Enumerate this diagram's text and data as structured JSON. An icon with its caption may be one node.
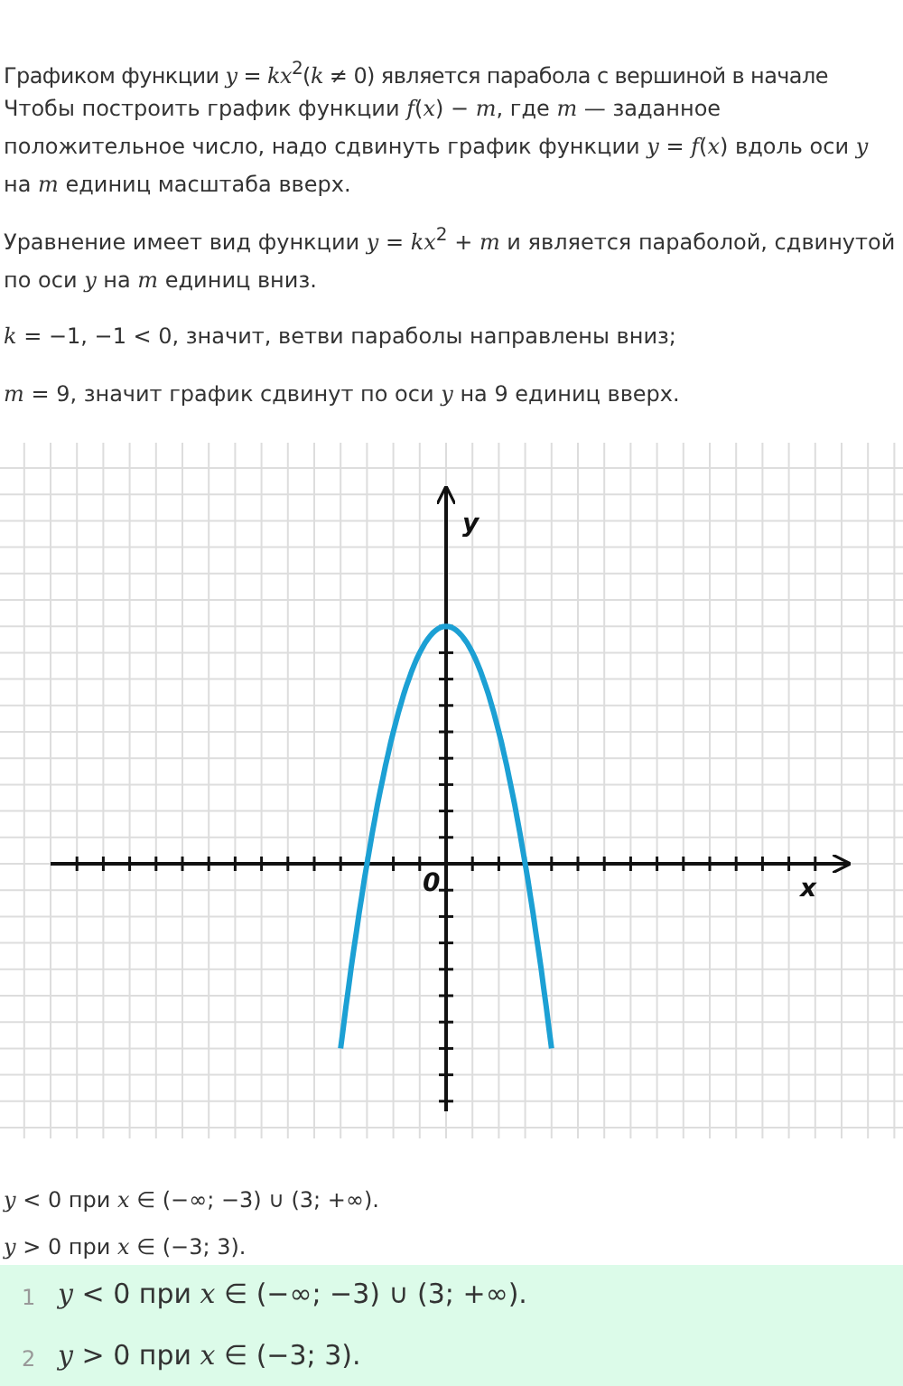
{
  "diagram": {
    "labels": [
      "Графиком функции *y* = *kx*$^{2}$(*k* ≠ 0) является парабола с вершиной в начале",
      "Чтобы построить график функции *f*(*x*) − *m*, где *m* — заданное положительное число, надо сдвинуть график функции *y* = *f*(*x*) вдоль оси *y* на *m* единиц масштаба вверх.",
      "Уравнение имеет вид функции *y* = *kx*$^{2}$ + *m* и является параболой, сдвинутой по оси *y* на *m* единиц вниз.",
      "*k* = −1, −1 < 0, значит, ветви параболы направлены вниз;",
      "*m* = 9, значит график сдвинут по оси *y* на 9 единиц вверх.",
      "y",
      "0",
      "x",
      "*y* < 0 при *x* ∈ (−∞; −3) ∪ (3; +∞).",
      "*y* > 0 при *x* ∈ (−3; 3).",
      "1",
      "*y* < 0 при *x* ∈ (−∞; −3) ∪ (3; +∞).",
      "2",
      "*y* > 0 при *x* ∈ (−3; 3)."
    ]
  }
}
